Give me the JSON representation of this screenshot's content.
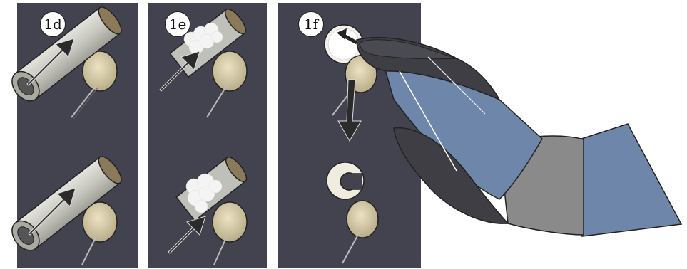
{
  "panels": [
    {
      "label": "1d"
    },
    {
      "label": "1e"
    },
    {
      "label": "1f"
    }
  ],
  "colors": {
    "panel_bg": "#43434f",
    "tube": "#c9c9c1",
    "disc": "#cfc5a4",
    "arrow": "#2b2b2b",
    "glove_blue": "#6e86aa",
    "glove_gray": "#8a8a8a",
    "hand_dark": "#3e3e44"
  }
}
